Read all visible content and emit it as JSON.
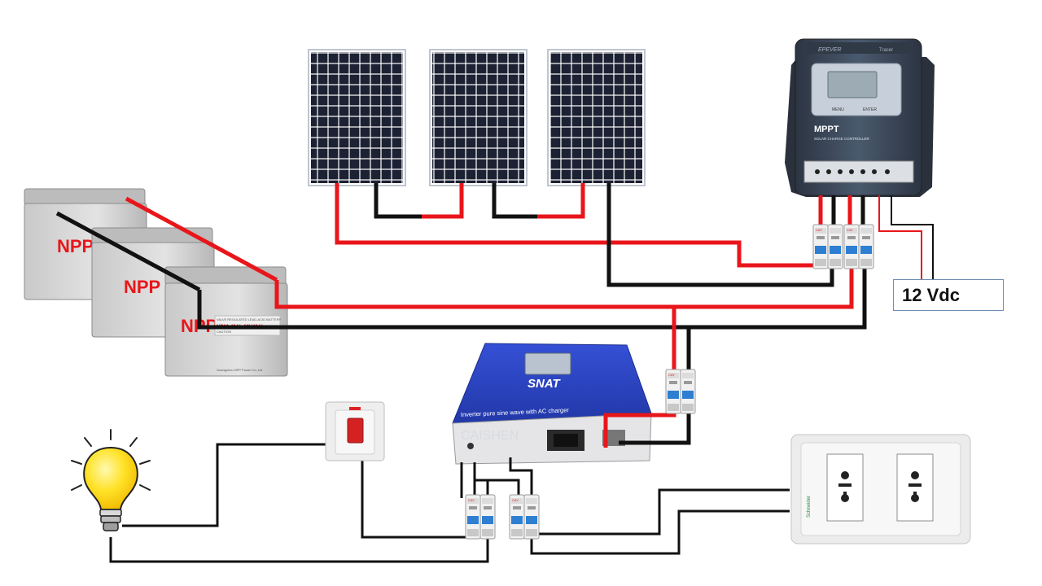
{
  "diagram": {
    "title": "",
    "output_label": "12 Vdc",
    "controller": {
      "top_brand": "EPEVER",
      "top_model": "Tracer",
      "name": "MPPT",
      "subtitle": "SOLAR CHARGE CONTROLLER",
      "button_left": "MENU",
      "button_right": "ENTER"
    },
    "battery": {
      "brand": "NPP",
      "model": "NP12-40Ah 12V40Ah",
      "subtitle": "VALVE REGULATED LEAD-ACID BATTERY",
      "caution": "CAUTION",
      "maker": "Guangzhou NPP Power Co.,Ltd"
    },
    "inverter": {
      "brand": "SNAT",
      "description": "Inverter pure sine wave with AC charger",
      "watermark": "CAISHEN"
    },
    "breaker_label": "CAY",
    "socket_brand": "Schneider",
    "colors": {
      "positive": "#e8161b",
      "negative": "#111111",
      "inverter_blue": "#2e49c8",
      "panel_cell": "#1c2233",
      "controller_body": "#3c4a5c",
      "breaker_blue": "#2e7fd1",
      "bulb_yellow": "#ffe227"
    },
    "icons": [
      "solar-panel-icon",
      "charge-controller-icon",
      "battery-icon",
      "inverter-icon",
      "circuit-breaker-icon",
      "light-bulb-icon",
      "wall-switch-icon",
      "power-socket-icon"
    ]
  }
}
